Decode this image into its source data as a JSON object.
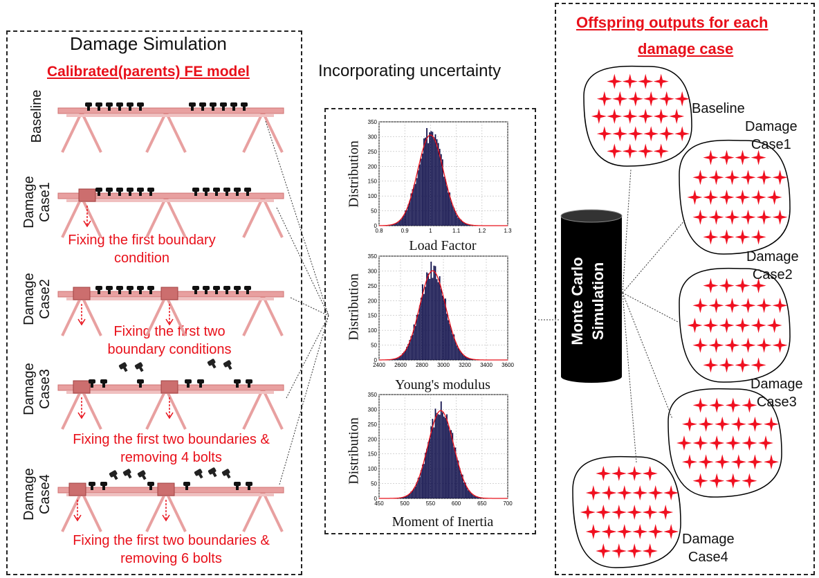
{
  "left_panel": {
    "title": "Damage Simulation",
    "subtitle": "Calibrated(parents) FE model",
    "cases": [
      {
        "label_lines": [
          "Baseline"
        ],
        "caption_lines": []
      },
      {
        "label_lines": [
          "Damage",
          "Case1"
        ],
        "caption_lines": [
          "Fixing the first boundary",
          "condition"
        ]
      },
      {
        "label_lines": [
          "Damage",
          "Case2"
        ],
        "caption_lines": [
          "Fixing the first two",
          "boundary conditions"
        ]
      },
      {
        "label_lines": [
          "Damage",
          "Case3"
        ],
        "caption_lines": [
          "Fixing the first two boundaries &",
          "removing 4 bolts"
        ]
      },
      {
        "label_lines": [
          "Damage",
          "Case4"
        ],
        "caption_lines": [
          "Fixing the first two boundaries &",
          "removing 6 bolts"
        ]
      }
    ]
  },
  "middle": {
    "title": "Incorporating uncertainty",
    "ylabel": "Distribution"
  },
  "chart_data": [
    {
      "type": "bar",
      "title": "",
      "xlabel": "Load Factor",
      "ylabel": "Distribution",
      "xlim": [
        0.8,
        1.3
      ],
      "ylim": [
        0,
        350
      ],
      "xticks": [
        "0.8",
        "0.9",
        "1",
        "1.1",
        "1.2",
        "1.3"
      ],
      "yticks": [
        "0",
        "50",
        "100",
        "150",
        "200",
        "250",
        "300",
        "350"
      ],
      "mean": 1.0,
      "std": 0.05,
      "peak": 315
    },
    {
      "type": "bar",
      "title": "",
      "xlabel": "Young's modulus",
      "ylabel": "Distribution",
      "xlim": [
        2400,
        3600
      ],
      "ylim": [
        0,
        350
      ],
      "xticks": [
        "2400",
        "2600",
        "2800",
        "3000",
        "3200",
        "3400",
        "3600"
      ],
      "yticks": [
        "0",
        "50",
        "100",
        "150",
        "200",
        "250",
        "300",
        "350"
      ],
      "mean": 2900,
      "std": 120,
      "peak": 310
    },
    {
      "type": "bar",
      "title": "",
      "xlabel": "Moment of Inertia",
      "ylabel": "Distribution",
      "xlim": [
        450,
        700
      ],
      "ylim": [
        0,
        350
      ],
      "xticks": [
        "450",
        "500",
        "550",
        "600",
        "650",
        "700"
      ],
      "yticks": [
        "0",
        "50",
        "100",
        "150",
        "200",
        "250",
        "300",
        "350"
      ],
      "mean": 570,
      "std": 25,
      "peak": 305
    }
  ],
  "simulation": {
    "lines": [
      "Monte Carlo",
      "Simulation"
    ]
  },
  "right_panel": {
    "title_lines": [
      "Offspring outputs for each",
      "damage case"
    ],
    "outputs": [
      {
        "label_lines": [
          "Baseline"
        ]
      },
      {
        "label_lines": [
          "Damage",
          "Case1"
        ]
      },
      {
        "label_lines": [
          "Damage",
          "Case2"
        ]
      },
      {
        "label_lines": [
          "Damage",
          "Case3"
        ]
      },
      {
        "label_lines": [
          "Damage",
          "Case4"
        ]
      }
    ]
  },
  "colors": {
    "accent_red": "#e8101a",
    "bar_fill": "#0e0e4a",
    "fit_line": "#e8101a",
    "beam_pink": "#e8a0a0"
  }
}
